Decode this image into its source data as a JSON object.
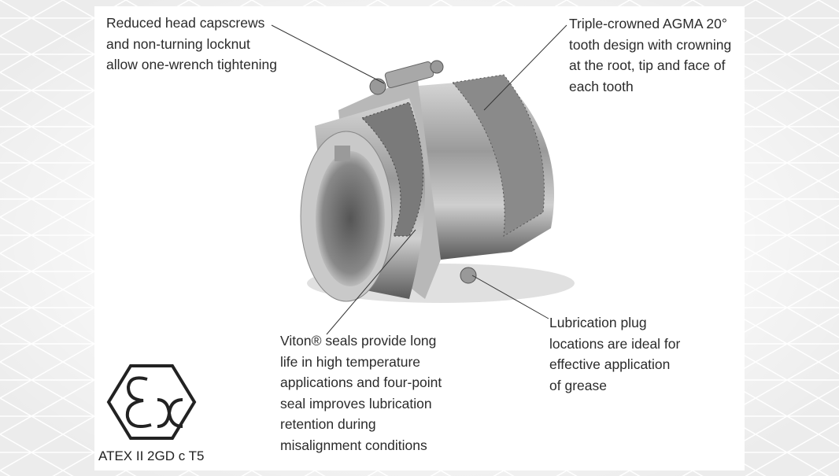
{
  "callouts": {
    "capscrews": [
      "Reduced head capscrews",
      "and non-turning locknut",
      "allow one-wrench tightening"
    ],
    "tooth": [
      "Triple-crowned AGMA 20°",
      "tooth design with crowning",
      "at the root, tip and face of",
      "each tooth"
    ],
    "seals": [
      "Viton® seals provide long",
      "life in high temperature",
      "applications and four-point",
      "seal improves lubrication",
      "retention during",
      "misalignment conditions"
    ],
    "lubrication": [
      "Lubrication plug",
      "locations are ideal for",
      "effective application",
      "of grease"
    ]
  },
  "certification": {
    "logo_text": "Ex",
    "label": "ATEX II 2GD c T5"
  }
}
